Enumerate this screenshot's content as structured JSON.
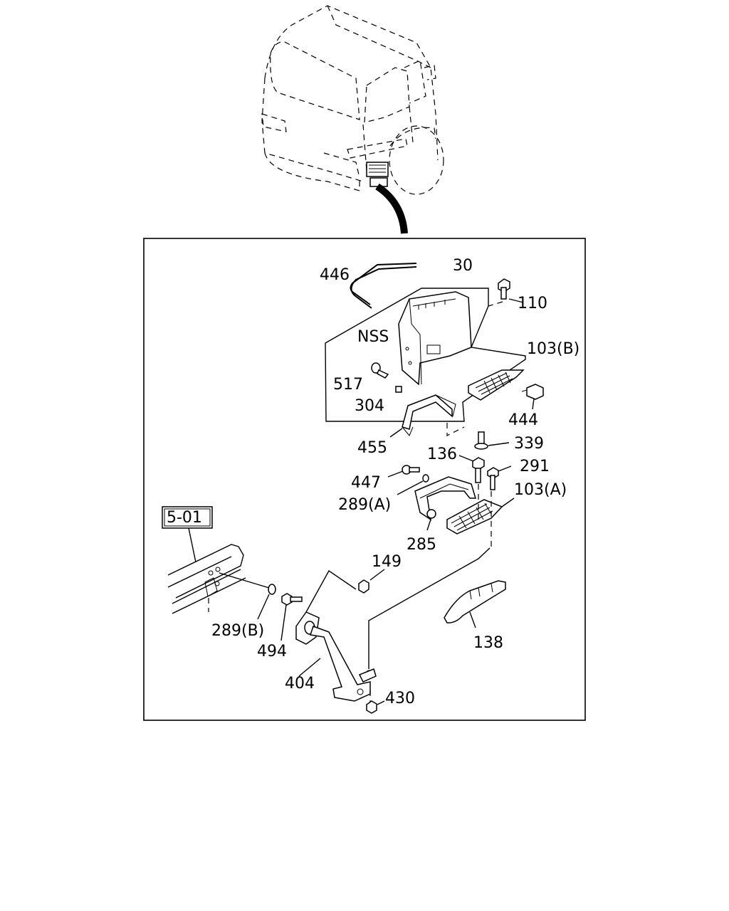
{
  "ref_box": "5-01",
  "callouts": {
    "c446": "446",
    "c30": "30",
    "c110": "110",
    "cNSS": "NSS",
    "c103b": "103(B)",
    "c517": "517",
    "c304": "304",
    "c444": "444",
    "c455": "455",
    "c339": "339",
    "c136": "136",
    "c291": "291",
    "c447": "447",
    "c289a": "289(A)",
    "c103a": "103(A)",
    "c285": "285",
    "c149": "149",
    "c289b": "289(B)",
    "c494": "494",
    "c138": "138",
    "c404": "404",
    "c430": "430"
  }
}
